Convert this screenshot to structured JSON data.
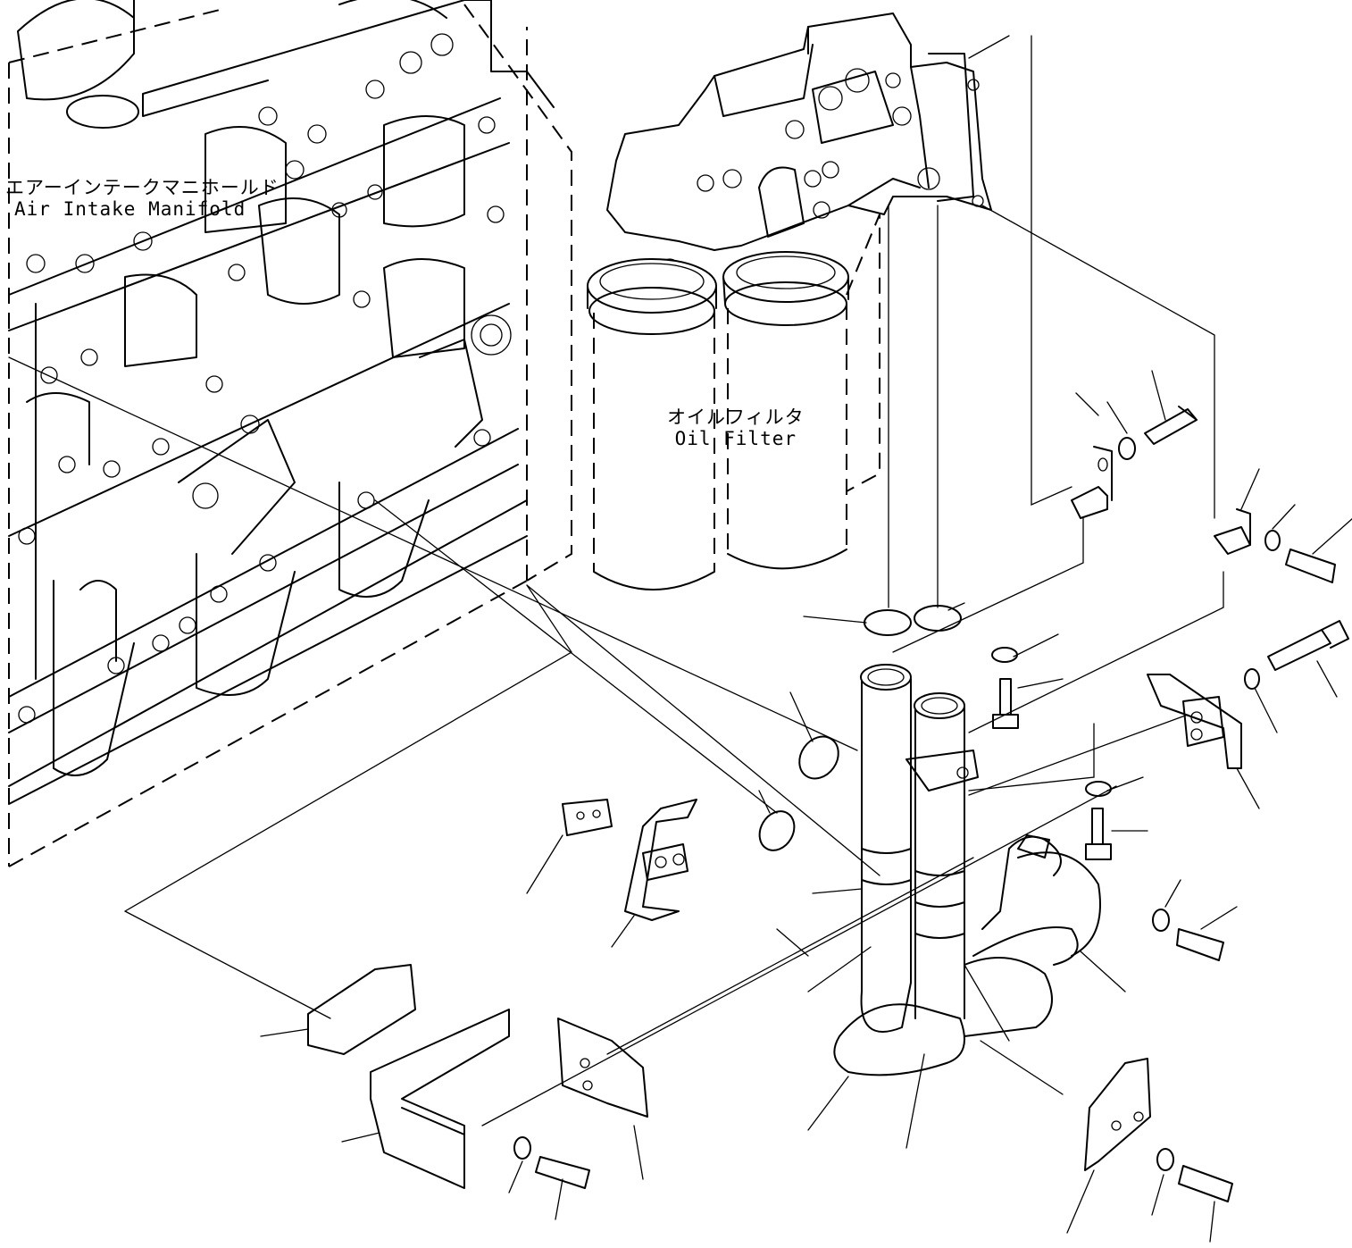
{
  "labels": {
    "air_intake_manifold": {
      "jp": "エアーインテークマニホールド",
      "en": "Air Intake Manifold"
    },
    "oil_filter": {
      "jp": "オイルフィルタ",
      "en": "Oil Filter"
    }
  },
  "colors": {
    "line": "#000000",
    "background": "#ffffff"
  }
}
